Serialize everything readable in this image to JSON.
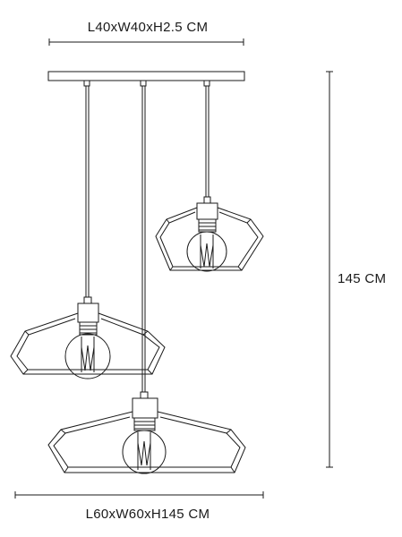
{
  "dimensions": {
    "canopy": "L40xW40xH2.5 CM",
    "height": "145 CM",
    "overall": "L60xW60xH145 CM"
  },
  "colors": {
    "line": "#1a1a1a",
    "gray": "#888888"
  }
}
